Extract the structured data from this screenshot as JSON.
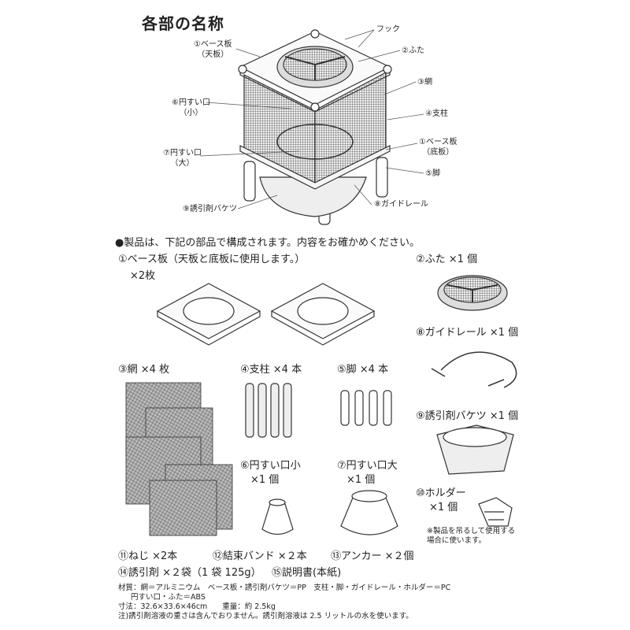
{
  "title": "各部の名称",
  "diagram_labels": {
    "base_top": "①ベース板",
    "base_top_sub": "（天板）",
    "hook": "フック",
    "lid": "②ふた",
    "net": "③網",
    "pillar": "④支柱",
    "cone_small": "⑥円すい口",
    "cone_small_sub": "（小）",
    "base_bottom": "①ベース板",
    "base_bottom_sub": "（底板）",
    "cone_large": "⑦円すい口",
    "cone_large_sub": "（大）",
    "leg": "⑤脚",
    "bucket": "⑨誘引剤バケツ",
    "guide_rail": "⑧ガイドレール"
  },
  "intro": "●製品は、下記の部品で構成されます。内容をお確かめください。",
  "parts": {
    "base": "①ベース板（天板と底板に使用します。）",
    "base_qty": "×2枚",
    "lid": "②ふた ×1 個",
    "guide_rail": "⑧ガイドレール ×1 個",
    "net": "③網 ×4 枚",
    "pillar": "④支柱 ×4 本",
    "leg": "⑤脚 ×4 本",
    "bucket": "⑨誘引剤バケツ ×1 個",
    "cone_small": "⑥円すい口小",
    "cone_small_qty": "×1 個",
    "cone_large": "⑦円すい口大",
    "cone_large_qty": "×1 個",
    "holder": "⑩ホルダー",
    "holder_qty": "×1 個",
    "holder_note_1": "※製品を吊るして使用する",
    "holder_note_2": "場合に使います。",
    "screw": "⑪ねじ ×2本",
    "band": "⑫結束バンド ×２本",
    "anchor": "⑬アンカー ×２個",
    "attractant": "⑭誘引剤 ×２袋（1 袋 125g）",
    "manual": "⑮説明書(本紙)"
  },
  "specs": {
    "material_1": "材質：網＝アルミニウム　ベース板・誘引剤バケツ＝PP　支柱・脚・ガイドレール・ホルダー＝PC",
    "material_2": "円すい口・ふた＝ABS",
    "size": "寸法：32.6×33.6×46cm　　重量：約 2.5kg",
    "note": "注)誘引剤溶液の重さは含んでおりません。誘引剤溶液は 2.5 リットルの水を使います。"
  }
}
